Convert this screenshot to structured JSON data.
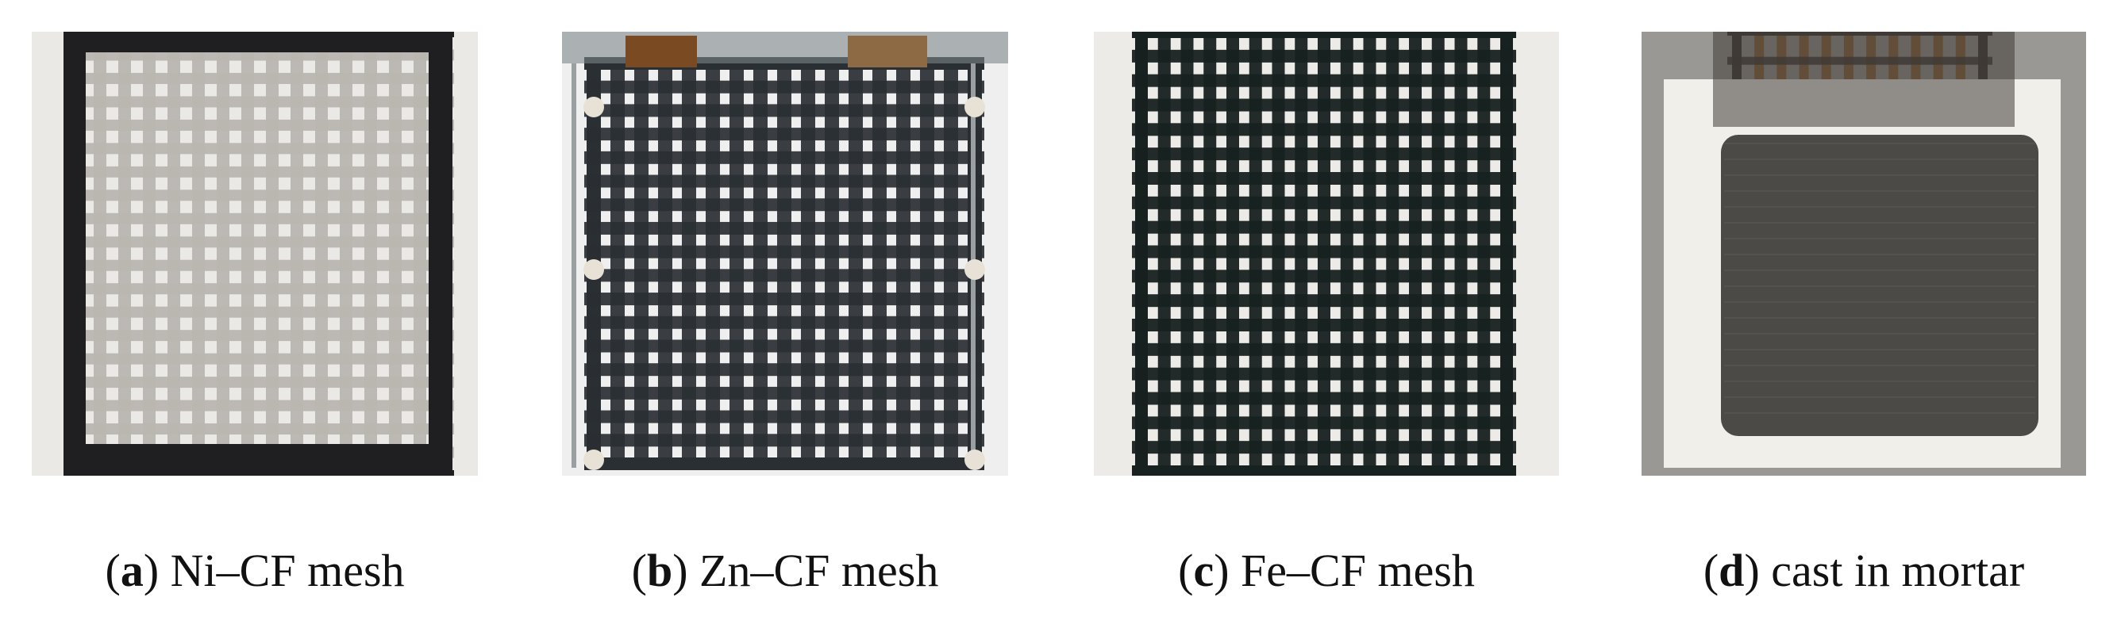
{
  "figure": {
    "panels": [
      {
        "letter": "a",
        "caption": "Ni–CF mesh",
        "photo": "nickel-coated-carbon-fibre-mesh-photo",
        "background_color": "#ebe9e6",
        "mesh_color": "#1f1f21",
        "coating_color": "#b9b6b1"
      },
      {
        "letter": "b",
        "caption": "Zn–CF mesh",
        "photo": "zinc-coated-carbon-fibre-mesh-photo",
        "background_color": "#efefef",
        "mesh_color": "#2a2f33",
        "coating_color": "#7d8588"
      },
      {
        "letter": "c",
        "caption": "Fe–CF mesh",
        "photo": "iron-coated-carbon-fibre-mesh-photo",
        "background_color": "#ecebe8",
        "mesh_color": "#17211f",
        "coating_color": "#3a4a44"
      },
      {
        "letter": "d",
        "caption": "cast in mortar",
        "photo": "mesh-cast-in-mortar-photo",
        "background_color": "#9a9894",
        "mesh_color": "#3f3a35",
        "coating_color": "#8a5a2e",
        "mortar_color": "#4b4a46",
        "mould_color": "#f1efea"
      }
    ]
  }
}
